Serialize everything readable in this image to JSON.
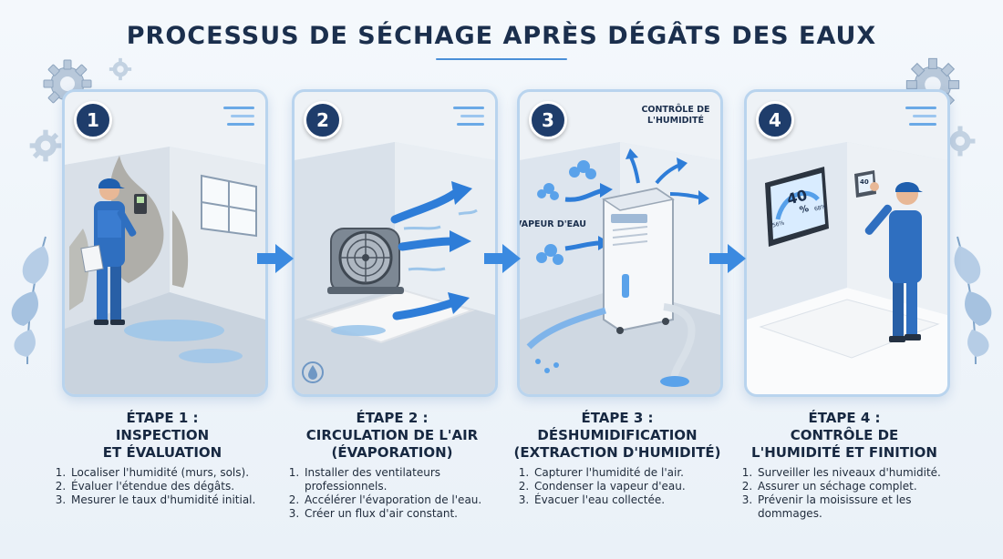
{
  "title": "PROCESSUS DE SÉCHAGE APRÈS DÉGÂTS DES EAUX",
  "steps": [
    {
      "number": "1",
      "heading": "ÉTAPE 1 :",
      "subtitle_lines": [
        "INSPECTION",
        "ET ÉVALUATION"
      ],
      "items": [
        "Localiser l'humidité (murs, sols).",
        "Évaluer l'étendue des dégâts.",
        "Mesurer le taux d'humidité initial."
      ]
    },
    {
      "number": "2",
      "heading": "ÉTAPE 2 :",
      "subtitle_lines": [
        "CIRCULATION DE L'AIR",
        "(ÉVAPORATION)"
      ],
      "items": [
        "Installer des ventilateurs professionnels.",
        "Accélérer l'évaporation de l'eau.",
        "Créer un flux d'air constant."
      ]
    },
    {
      "number": "3",
      "heading": "ÉTAPE 3 :",
      "subtitle_lines": [
        "DÉSHUMIDIFICATION",
        "(EXTRACTION D'HUMIDITÉ)"
      ],
      "items": [
        "Capturer l'humidité de l'air.",
        "Condenser la vapeur d'eau.",
        "Évacuer l'eau collectée."
      ],
      "callouts": {
        "control": "CONTRÔLE DE L'HUMIDITÉ",
        "vapor": "VAPEUR D'EAU"
      }
    },
    {
      "number": "4",
      "heading": "ÉTAPE 4 :",
      "subtitle_lines": [
        "CONTRÔLE DE",
        "L'HUMIDITÉ ET FINITION"
      ],
      "items": [
        "Surveiller les niveaux d'humidité.",
        "Assurer un séchage complet.",
        "Prévenir la moisissure et les dommages."
      ],
      "hygrometer": {
        "value": "40",
        "unit": "%",
        "left_scale": "56%",
        "right_scale": "68%",
        "wall_display": "40"
      }
    }
  ],
  "colors": {
    "accent": "#4a8fd8",
    "navy": "#1f3d6b",
    "worker_blue": "#2f6fc0",
    "panel_border": "#b9d4ee"
  },
  "icons": [
    "gear-icon",
    "arrow-right-icon",
    "leaf-icon",
    "water-drop-icon",
    "fan-icon",
    "dehumidifier-icon",
    "hygrometer-icon"
  ]
}
